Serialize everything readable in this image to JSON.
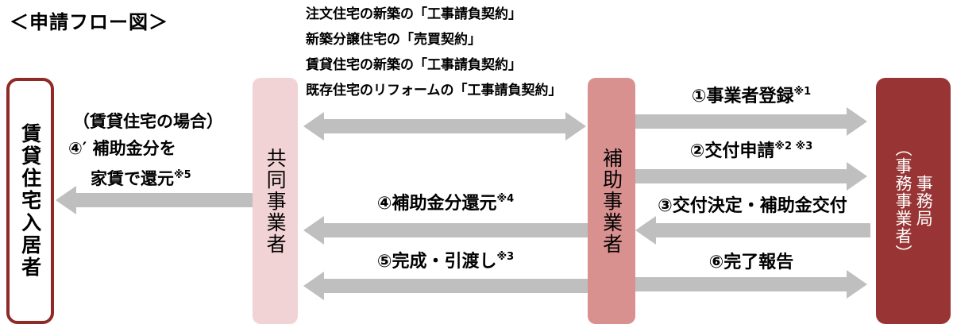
{
  "title": "＜申請フロー図＞",
  "contract_notes": [
    "注文住宅の新築の「工事請負契約」",
    "新築分譲住宅の「売買契約」",
    "賃貸住宅の新築の「工事請負契約」",
    "既存住宅のリフォームの「工事請負契約」"
  ],
  "boxes": {
    "tenant": {
      "label": "賃貸住宅入居者"
    },
    "joint": {
      "label": "共同事業者"
    },
    "subsidized": {
      "label": "補助事業者"
    },
    "office": {
      "label": "事務局\n（事務事業者）"
    }
  },
  "tenant_flow": {
    "line1": "（賃貸住宅の場合）",
    "line2": "④′ 補助金分を",
    "line3": "家賃で還元",
    "line3_sup": "※5"
  },
  "middle_flows": [
    {
      "label": "④補助金分還元",
      "sup": "※4",
      "direction": "left"
    },
    {
      "label": "⑤完成・引渡し",
      "sup": "※3",
      "direction": "left"
    }
  ],
  "right_flows": [
    {
      "label": "①事業者登録",
      "sup": "※1",
      "direction": "right"
    },
    {
      "label": "②交付申請",
      "sup": "※2 ※3",
      "direction": "right"
    },
    {
      "label": "③交付決定・補助金交付",
      "sup": "",
      "direction": "left"
    },
    {
      "label": "⑥完了報告",
      "sup": "",
      "direction": "right"
    }
  ],
  "colors": {
    "dark_red": "#983534",
    "border_red": "#8f2a26",
    "light_pink": "#f2d3d5",
    "mid_pink": "#d99190",
    "arrow_gray": "#bfbfbf"
  }
}
